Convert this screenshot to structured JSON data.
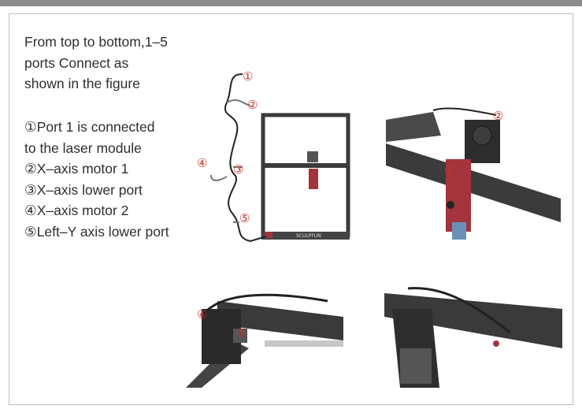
{
  "intro": {
    "line1": "From top to bottom,1–5",
    "line2": "ports Connect as",
    "line3": "shown in the figure"
  },
  "ports": [
    "①Port 1 is connected",
    "to the laser module",
    "②X–axis motor 1",
    "③X–axis lower port",
    "④X–axis motor 2",
    "⑤Left–Y axis lower port"
  ],
  "callouts": {
    "c1": "①",
    "c2": "②",
    "c3": "③",
    "c4": "④",
    "c5": "⑤"
  },
  "machine_brand": "SCULPFUN",
  "colors": {
    "callout_red": "#c0392b",
    "frame_dark": "#2b2b2b",
    "laser_red": "#a3343b"
  }
}
